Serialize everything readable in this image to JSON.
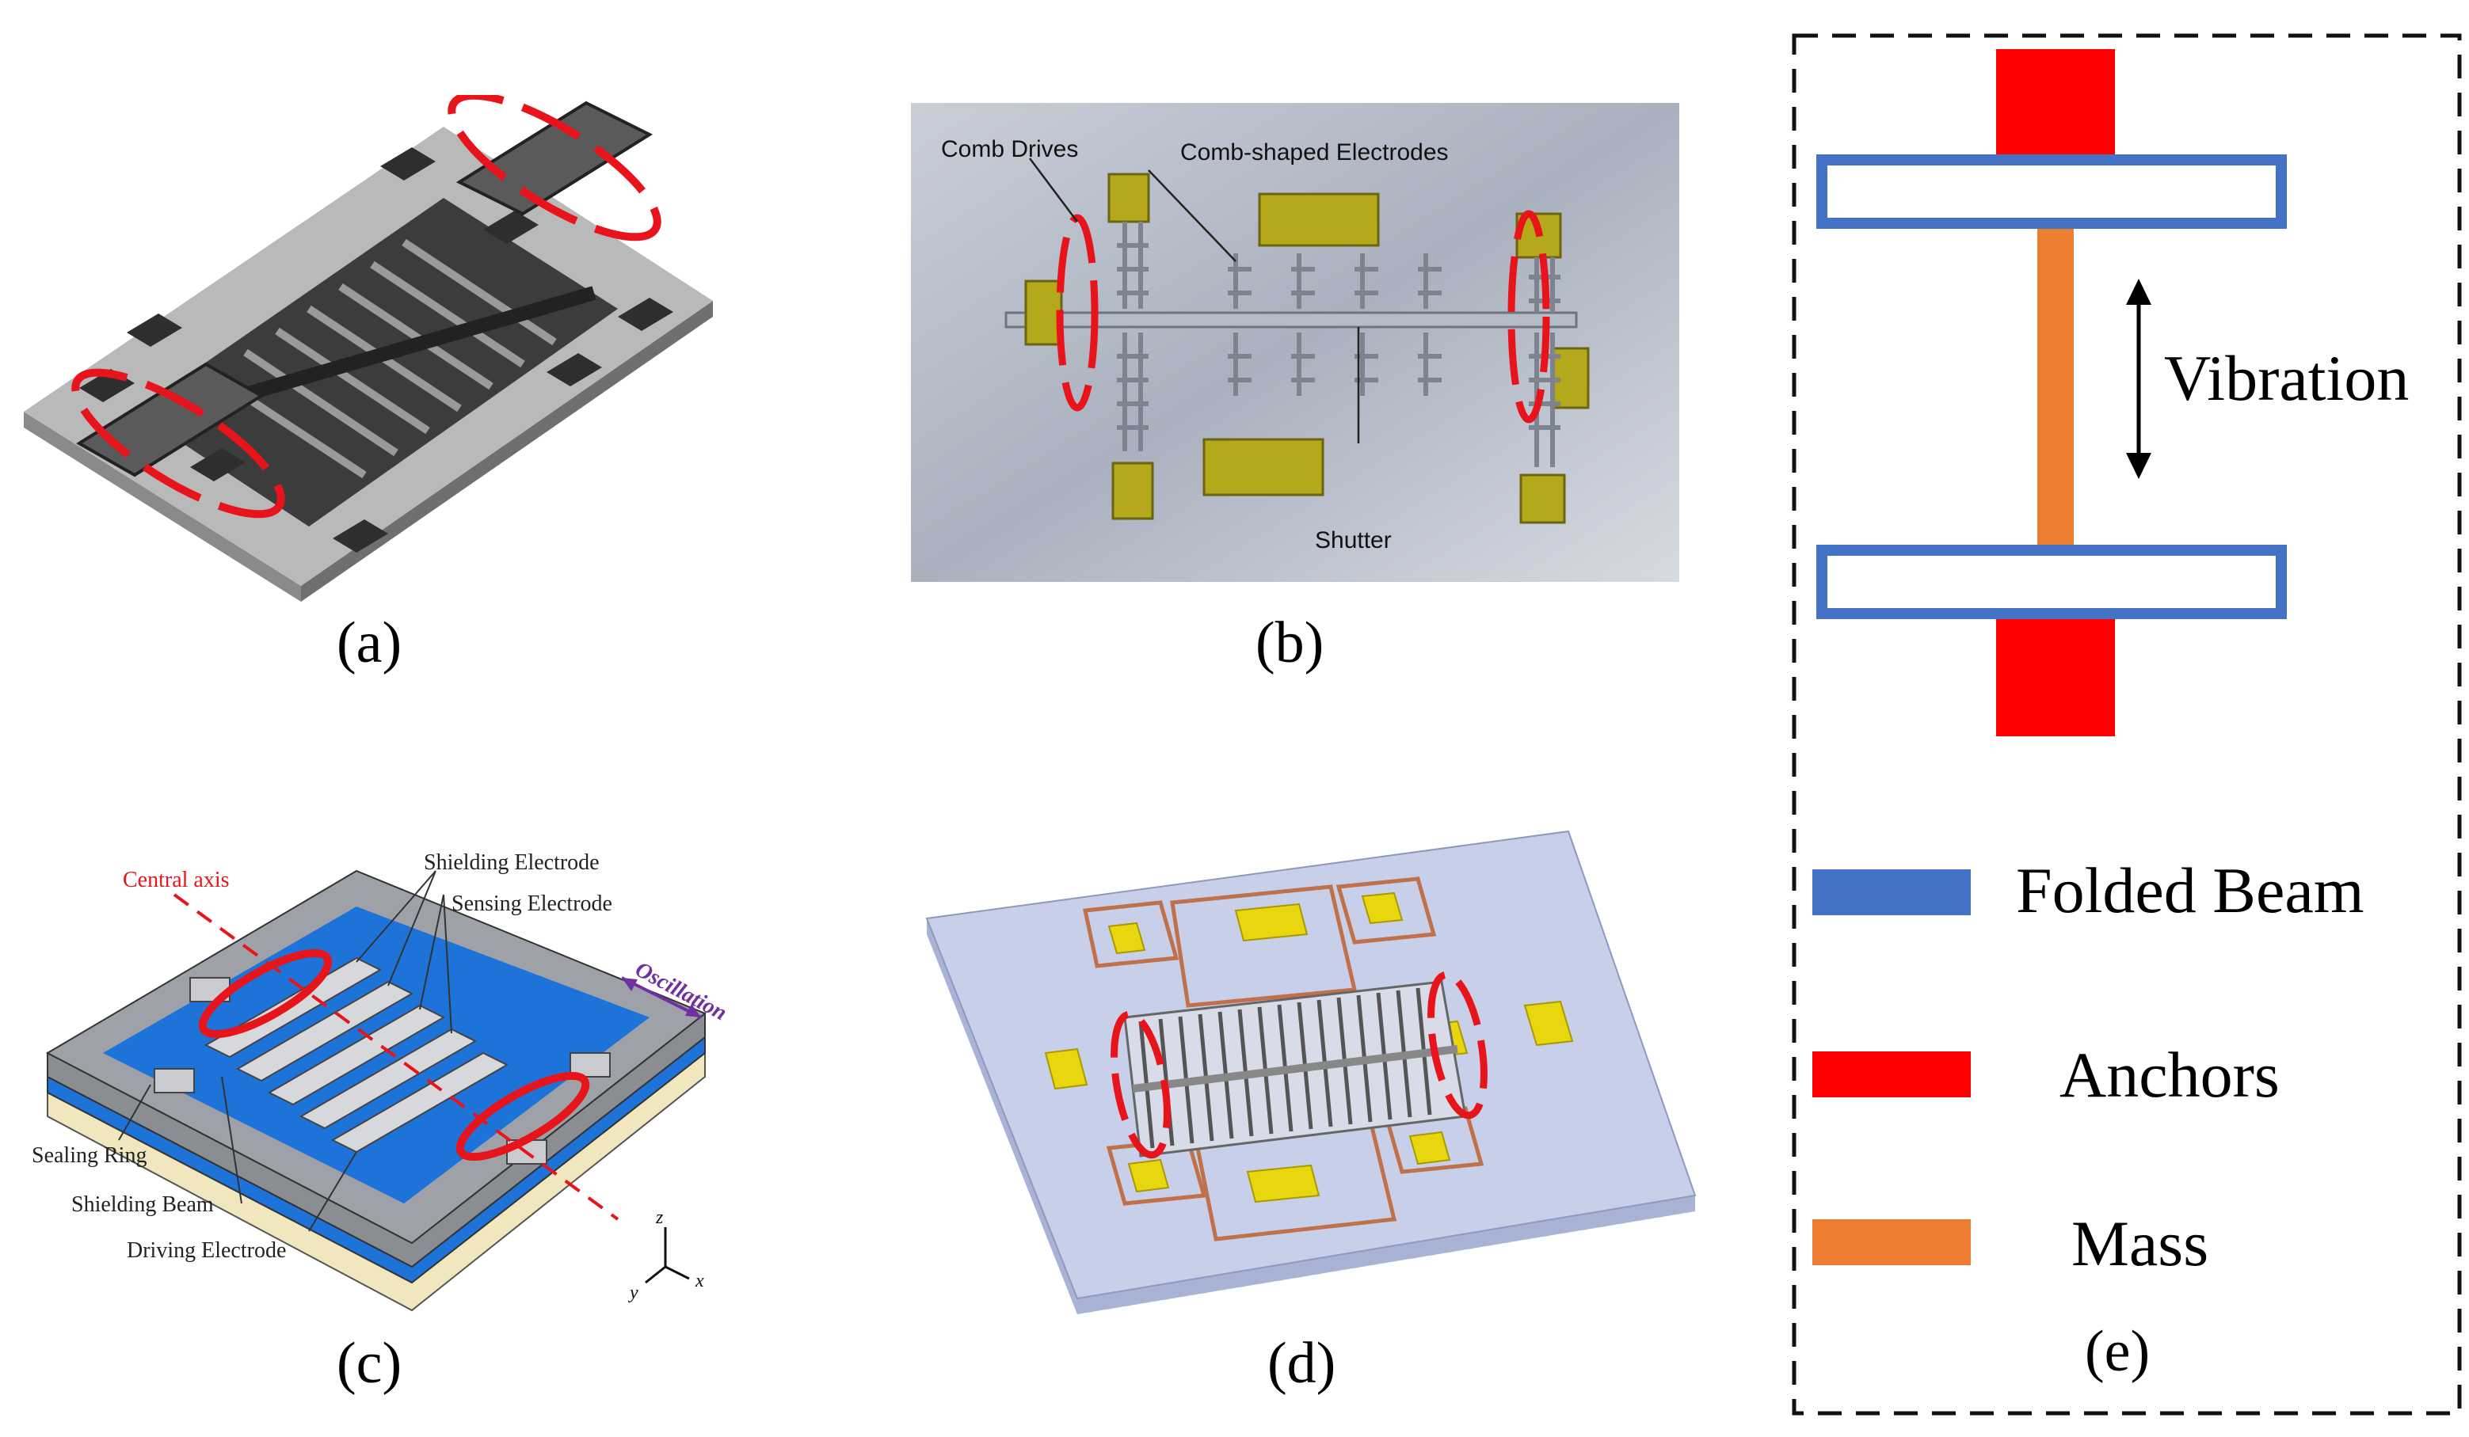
{
  "panels": {
    "a": {
      "caption": "(a)"
    },
    "b": {
      "caption": "(b)",
      "labels": {
        "comb_drives": "Comb Drives",
        "comb_electrodes": "Comb-shaped Electrodes",
        "shutter": "Shutter"
      }
    },
    "c": {
      "caption": "(c)",
      "labels": {
        "central_axis": "Central axis",
        "shielding_electrode": "Shielding Electrode",
        "sensing_electrode": "Sensing Electrode",
        "oscillation": "Oscillation",
        "sealing_ring": "Sealing Ring",
        "shielding_beam": "Shielding Beam",
        "driving_electrode": "Driving Electrode",
        "axis_z": "z",
        "axis_y": "y",
        "axis_x": "x"
      }
    },
    "d": {
      "caption": "(d)"
    },
    "e": {
      "caption": "(e)",
      "vibration": "Vibration",
      "legend": [
        {
          "label": "Folded Beam",
          "color": "#4472C4"
        },
        {
          "label": "Anchors",
          "color": "#FF0000"
        },
        {
          "label": "Mass",
          "color": "#ED7D31"
        }
      ]
    }
  },
  "colors": {
    "highlight": "#E8141B",
    "gold": "#C8B400",
    "blue": "#1E73D8",
    "copper": "#C0714A"
  }
}
